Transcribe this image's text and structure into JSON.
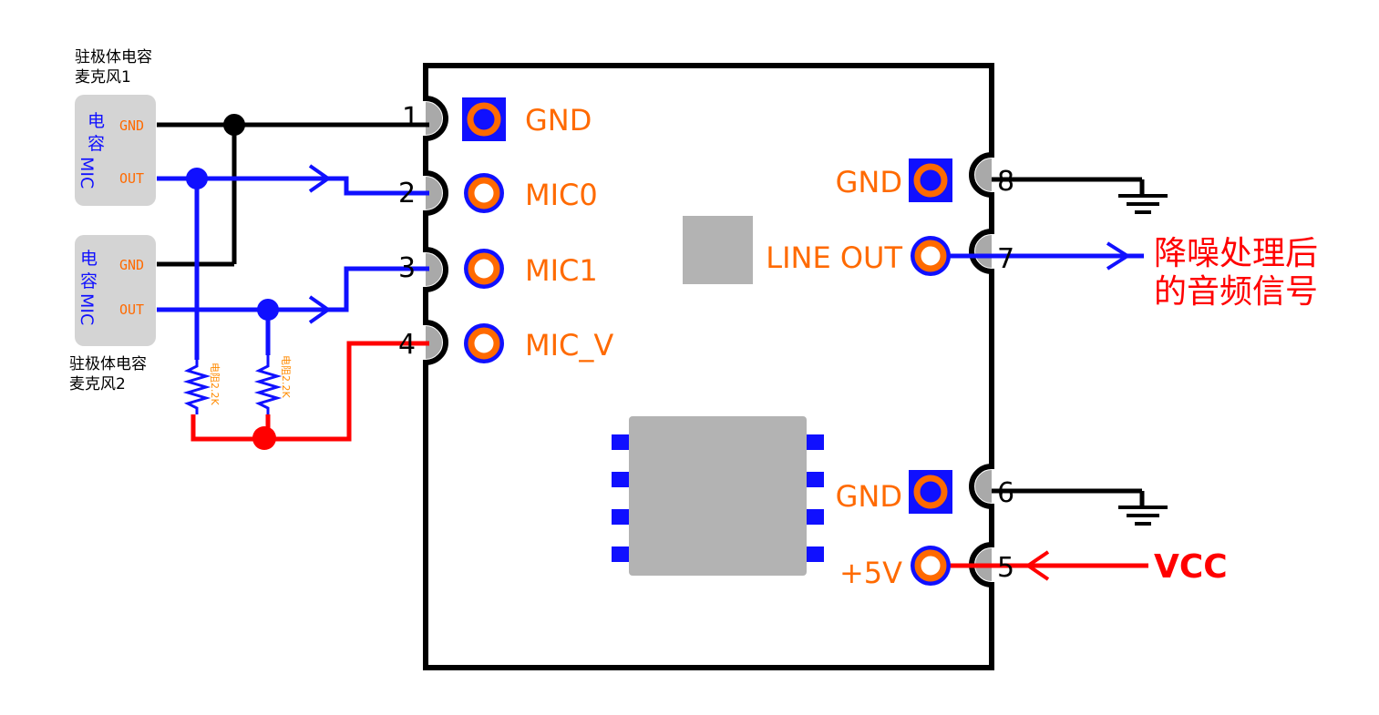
{
  "module": {
    "pins": [
      {
        "number": "1",
        "label": "GND"
      },
      {
        "number": "2",
        "label": "MIC0"
      },
      {
        "number": "3",
        "label": "MIC1"
      },
      {
        "number": "4",
        "label": "MIC_V"
      },
      {
        "number": "5",
        "label": "+5V"
      },
      {
        "number": "6",
        "label": "GND"
      },
      {
        "number": "7",
        "label": "LINE OUT"
      },
      {
        "number": "8",
        "label": "GND"
      }
    ]
  },
  "mic1": {
    "caption_line1": "驻极体电容",
    "caption_line2": "麦克风1",
    "body_line1": "电",
    "body_line2": "容",
    "body_line3": "MIC",
    "pin_gnd": "GND",
    "pin_out": "OUT"
  },
  "mic2": {
    "caption_line1": "驻极体电容",
    "caption_line2": "麦克风2",
    "body_line1": "电",
    "body_line2": "容",
    "body_line3": "MIC",
    "pin_gnd": "GND",
    "pin_out": "OUT"
  },
  "resistors": [
    {
      "label": "电阻2.2K"
    },
    {
      "label": "电阻2.2K"
    }
  ],
  "output_note": {
    "line1": "降噪处理后",
    "line2": "的音频信号"
  },
  "vcc_label": "VCC",
  "colors": {
    "ground_wire": "#000000",
    "signal_wire": "#1010ff",
    "power_wire": "#ff0000",
    "pad_ring": "#ff6a00",
    "pin_label": "#ff6a00",
    "chip": "#b3b3b3"
  }
}
